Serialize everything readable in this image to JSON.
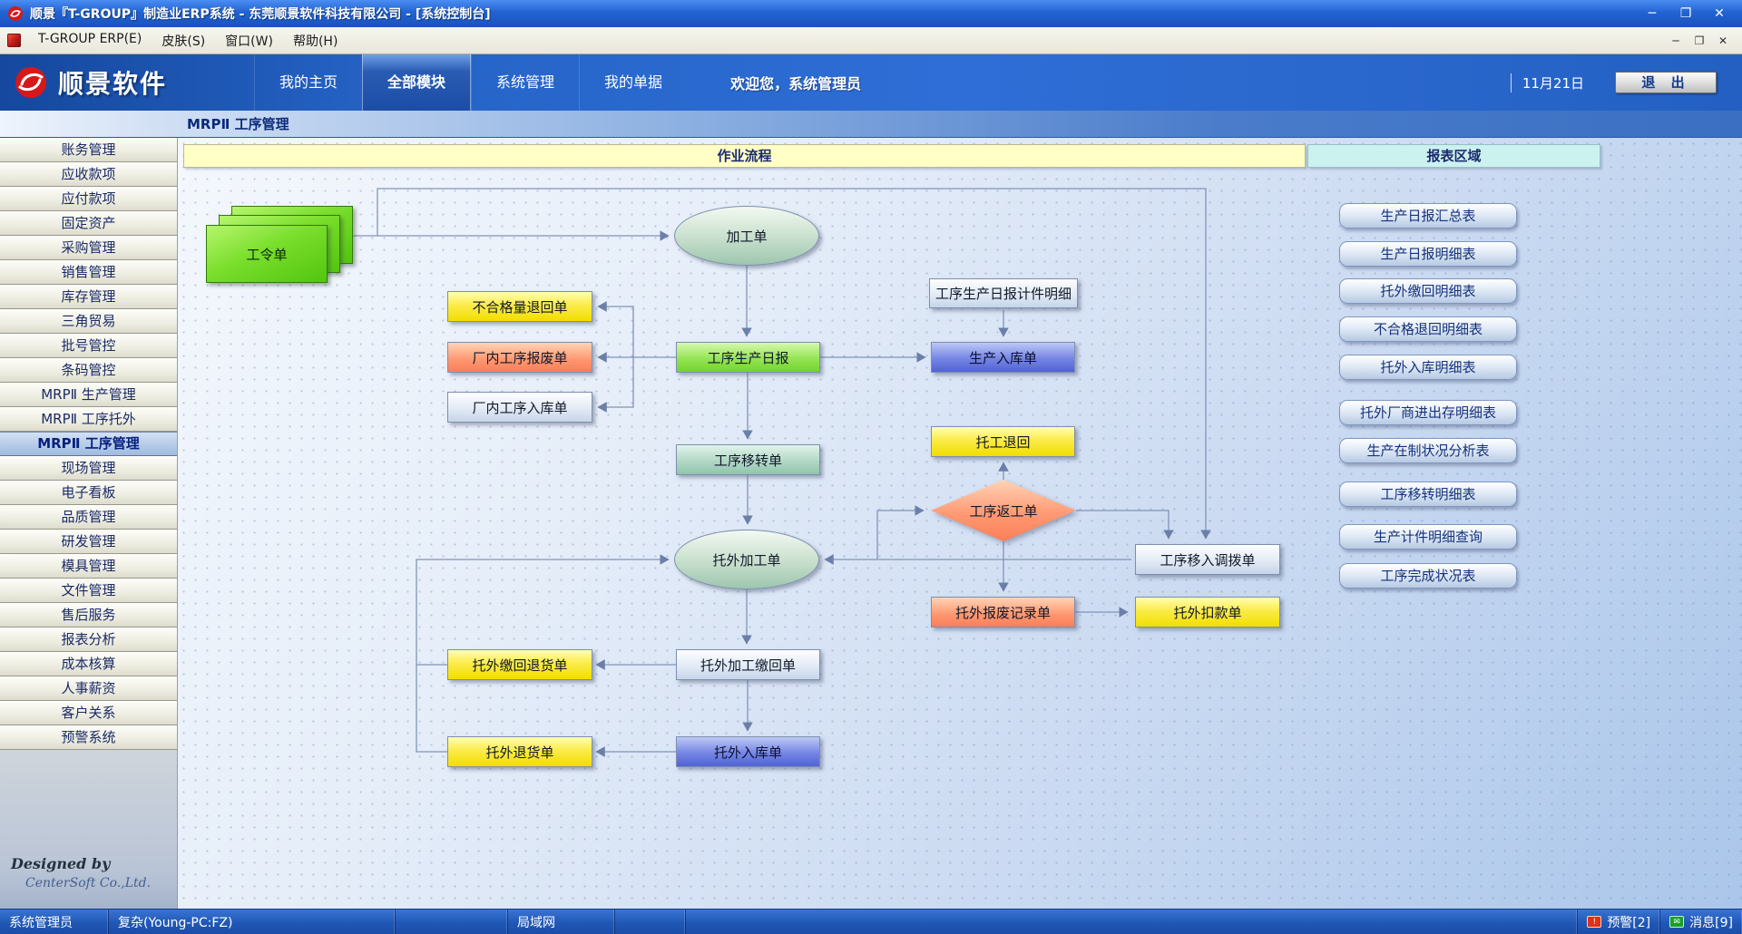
{
  "window": {
    "title": "顺景『T-GROUP』制造业ERP系统 - 东莞顺景软件科技有限公司 - [系统控制台]",
    "controls": {
      "minimize": "─",
      "maximize": "❐",
      "close": "✕"
    }
  },
  "menubar": {
    "items": [
      "T-GROUP ERP(E)",
      "皮肤(S)",
      "窗口(W)",
      "帮助(H)"
    ],
    "controls": {
      "minimize": "─",
      "restore": "❐",
      "close": "✕"
    }
  },
  "banner": {
    "logo_text": "顺景软件",
    "tabs": [
      {
        "label": "我的主页",
        "active": false
      },
      {
        "label": "全部模块",
        "active": true
      },
      {
        "label": "系统管理",
        "active": false
      },
      {
        "label": "我的单据",
        "active": false
      }
    ],
    "welcome": "欢迎您，系统管理员",
    "date": "11月21日",
    "exit_label": "退 出"
  },
  "subheader": {
    "title": "MRPⅡ 工序管理"
  },
  "sidebar": {
    "items": [
      "账务管理",
      "应收款项",
      "应付款项",
      "固定资产",
      "采购管理",
      "销售管理",
      "库存管理",
      "三角贸易",
      "批号管控",
      "条码管控",
      "MRPⅡ 生产管理",
      "MRPⅡ 工序托外",
      "MRPⅡ 工序管理",
      "现场管理",
      "电子看板",
      "品质管理",
      "研发管理",
      "模具管理",
      "文件管理",
      "售后服务",
      "报表分析",
      "成本核算",
      "人事薪资",
      "客户关系",
      "预警系统"
    ],
    "selected_index": 12,
    "footer_line1": "Designed by",
    "footer_line2": "CenterSoft Co.,Ltd."
  },
  "flow": {
    "section_flow_title": "作业流程",
    "section_report_title": "报表区域",
    "nodes": [
      {
        "id": "gongling",
        "label": "工令单",
        "kind": "cards"
      },
      {
        "id": "jiagong",
        "label": "加工单",
        "kind": "ellipse"
      },
      {
        "id": "buhege",
        "label": "不合格量退回单",
        "kind": "yellow"
      },
      {
        "id": "changnei_baofei",
        "label": "厂内工序报废单",
        "kind": "salmon"
      },
      {
        "id": "changnei_ruku",
        "label": "厂内工序入库单",
        "kind": "light"
      },
      {
        "id": "ribao",
        "label": "工序生产日报",
        "kind": "green"
      },
      {
        "id": "jijian",
        "label": "工序生产日报计件明细",
        "kind": "light"
      },
      {
        "id": "shengchan_ruku",
        "label": "生产入库单",
        "kind": "blue"
      },
      {
        "id": "yizhuan",
        "label": "工序移转单",
        "kind": "teal"
      },
      {
        "id": "tuogong_tuihui",
        "label": "托工退回",
        "kind": "yellow"
      },
      {
        "id": "fangong",
        "label": "工序返工单",
        "kind": "diamond"
      },
      {
        "id": "tuowai_jiagong",
        "label": "托外加工单",
        "kind": "ellipse"
      },
      {
        "id": "yiru_diaobo",
        "label": "工序移入调拨单",
        "kind": "light"
      },
      {
        "id": "tuowai_baofei",
        "label": "托外报废记录单",
        "kind": "salmon"
      },
      {
        "id": "tuowai_koukuan",
        "label": "托外扣款单",
        "kind": "yellow"
      },
      {
        "id": "jiaohui_tuihuo",
        "label": "托外缴回退货单",
        "kind": "yellow"
      },
      {
        "id": "jiagong_jiaohui",
        "label": "托外加工缴回单",
        "kind": "light"
      },
      {
        "id": "tuowai_tuihuo",
        "label": "托外退货单",
        "kind": "yellow"
      },
      {
        "id": "tuowai_ruku",
        "label": "托外入库单",
        "kind": "blue"
      }
    ],
    "reports": [
      "生产日报汇总表",
      "生产日报明细表",
      "托外缴回明细表",
      "不合格退回明细表",
      "托外入库明细表",
      "托外厂商进出存明细表",
      "生产在制状况分析表",
      "工序移转明细表",
      "生产计件明细查询",
      "工序完成状况表"
    ]
  },
  "statusbar": {
    "user": "系统管理员",
    "machine": "复杂(Young-PC:FZ)",
    "network": "局域网",
    "alert": "预警[2]",
    "message": "消息[9]",
    "alert_icon_glyph": "!",
    "message_icon_glyph": "✉"
  },
  "colors": {
    "titlebar_blue": "#2263d2",
    "banner_blue": "#2e6ed6",
    "section_flow_bg": "#ffffc6",
    "section_report_bg": "#ccf2ef",
    "status_blue": "#2058b6"
  }
}
